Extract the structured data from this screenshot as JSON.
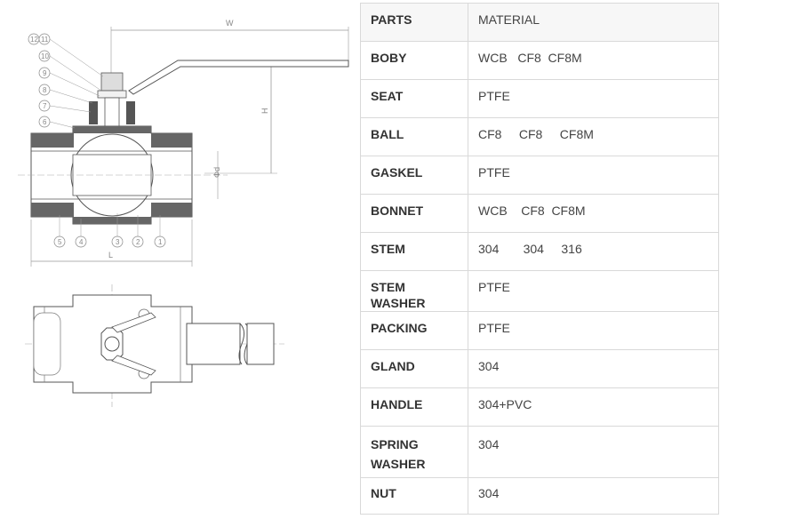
{
  "drawing": {
    "dimension_labels": {
      "w": "W",
      "h": "H",
      "d": "Φd",
      "l": "L"
    },
    "callouts_top": [
      "12",
      "11",
      "10",
      "9",
      "8",
      "7",
      "6"
    ],
    "callouts_bottom": [
      "5",
      "4",
      "3",
      "2",
      "1"
    ]
  },
  "table": {
    "header": {
      "part": "PARTS",
      "material": "MATERIAL"
    },
    "rows": [
      {
        "part": "BOBY",
        "material": "WCB   CF8  CF8M"
      },
      {
        "part": "SEAT",
        "material": "PTFE"
      },
      {
        "part": "BALL",
        "material": "CF8     CF8     CF8M"
      },
      {
        "part": "GASKEL",
        "material": "PTFE"
      },
      {
        "part": "BONNET",
        "material": "WCB    CF8  CF8M"
      },
      {
        "part": "STEM",
        "material": "304       304     316"
      },
      {
        "part": "STEM WASHER",
        "material": "PTFE"
      },
      {
        "part": "PACKING",
        "material": "PTFE"
      },
      {
        "part": "GLAND",
        "material": "304"
      },
      {
        "part": "HANDLE",
        "material": "304+PVC"
      },
      {
        "part": "SPRING WASHER",
        "material": "304"
      },
      {
        "part": "NUT",
        "material": "304"
      }
    ]
  }
}
